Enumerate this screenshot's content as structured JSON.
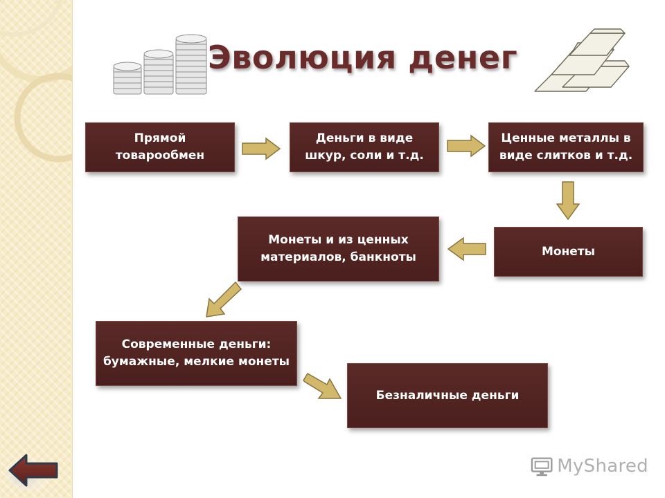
{
  "title": "Эволюция денег",
  "steps": [
    {
      "id": "barter",
      "text": "Прямой товарообмен"
    },
    {
      "id": "skins",
      "text": "Деньги в виде шкур, соли и т.д."
    },
    {
      "id": "ingots",
      "text": "Ценные металлы в виде слитков и т.д."
    },
    {
      "id": "coins",
      "text": "Монеты"
    },
    {
      "id": "banknotes",
      "text": "Монеты и из ценных материалов, банкноты"
    },
    {
      "id": "modern",
      "text": "Современные деньги: бумажные, мелкие монеты"
    },
    {
      "id": "cashless",
      "text": "Безналичные деньги"
    }
  ],
  "logo": {
    "text": "MyShared",
    "icon": "monitor-logo-icon"
  },
  "nav": {
    "icon": "back-arrow-icon"
  },
  "colors": {
    "box": "#4f2321",
    "title": "#6a2c2a",
    "arrow_fill": "#d1b86a",
    "arrow_stroke": "#8a7440",
    "side_strip": "#f7ecc9"
  }
}
